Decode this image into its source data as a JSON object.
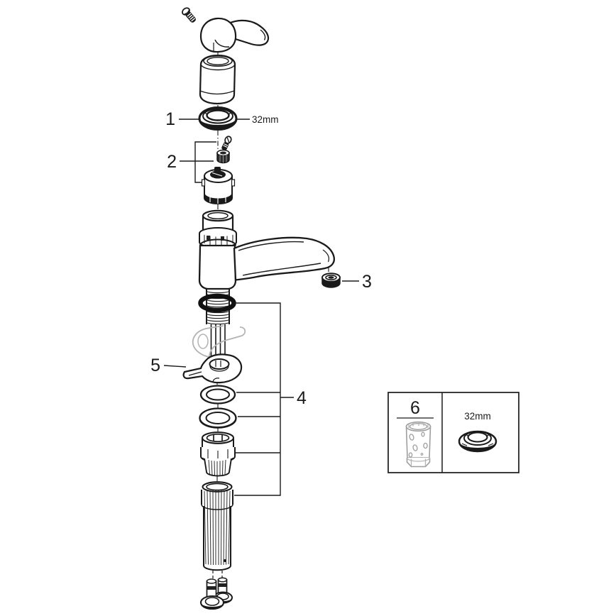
{
  "diagram": {
    "type": "exploded-parts-diagram",
    "subject": "single-lever-kitchen-faucet",
    "colors": {
      "background": "#ffffff",
      "line": "#1a1a1a",
      "ghost_part": "#b3b3b3",
      "inset_tool": "#9e9e9e"
    },
    "callouts": {
      "part1": {
        "label": "1",
        "size": "32mm"
      },
      "part2": {
        "label": "2"
      },
      "part3": {
        "label": "3"
      },
      "part4": {
        "label": "4"
      },
      "part5": {
        "label": "5"
      },
      "part6": {
        "label": "6",
        "size": "32mm"
      }
    }
  }
}
